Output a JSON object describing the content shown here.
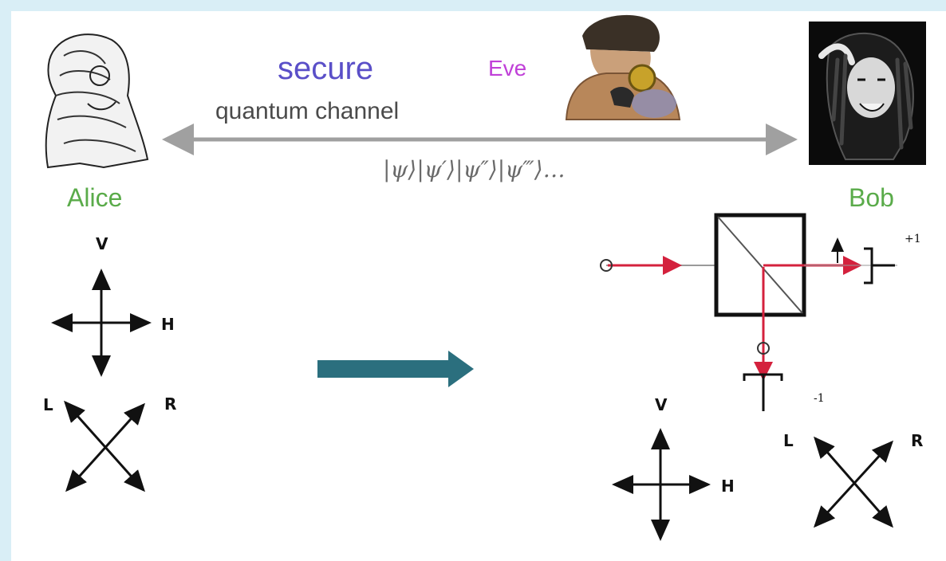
{
  "diagram": {
    "secure_label": "secure",
    "channel_label": "quantum channel",
    "eve_label": "Eve",
    "alice_label": "Alice",
    "bob_label": "Bob",
    "states_label": "|ψ⟩|ψ′⟩|ψ″⟩|ψ‴⟩…",
    "alice_basis": {
      "v": "V",
      "h": "H",
      "l": "L",
      "r": "R"
    },
    "bob_basis": {
      "v": "V",
      "h": "H",
      "l": "L",
      "r": "R"
    },
    "detector_plus": "+1",
    "detector_minus": "-1"
  },
  "colors": {
    "secure": "#5a4fc8",
    "eve": "#c040d8",
    "names": "#5aab4a",
    "channel_arrow": "#a0a0a0",
    "transfer_arrow": "#2b6f7e",
    "beam": "#d4213d"
  },
  "icons": {
    "alice": "alice-illustration-icon",
    "eve": "eve-eavesdropper-icon",
    "bob": "bob-portrait-icon"
  }
}
